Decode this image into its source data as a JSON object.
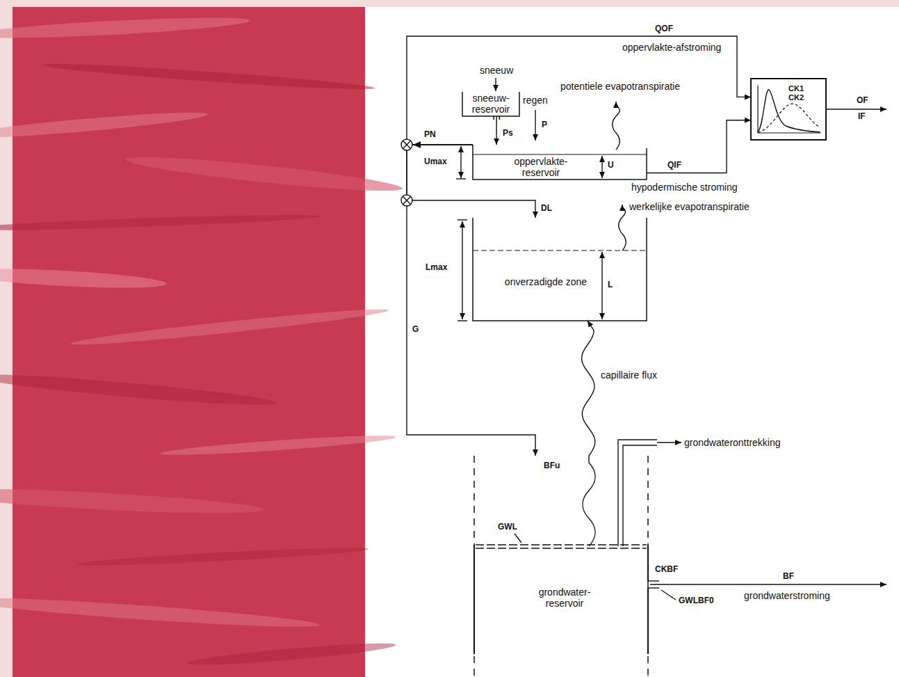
{
  "diagram": {
    "nodes": [
      {
        "text": [
          "sneeuw-reservoir"
        ]
      },
      {
        "text": [
          "oppervlakte-reservoir"
        ]
      },
      {
        "text": [
          "onverzadigde zone"
        ]
      },
      {
        "text": [
          "grondwater-reservoir"
        ]
      },
      {
        "text": [
          "CK1",
          "CK2"
        ]
      }
    ],
    "edges": [
      {
        "from": 0,
        "to": 1,
        "arrow": "to",
        "label": "Ps"
      },
      {
        "from": 1,
        "to": 4,
        "arrow": "to",
        "label": "QOF"
      },
      {
        "from": 1,
        "to": 4,
        "arrow": "to",
        "label": "QIF"
      },
      {
        "from": 1,
        "to": 2,
        "arrow": "to",
        "label": "DL"
      },
      {
        "from": 1,
        "to": 3,
        "arrow": "to",
        "label": "G"
      },
      {
        "from": 3,
        "to": 2,
        "arrow": "to",
        "label": "capillaire flux"
      }
    ],
    "labels": [
      "sneeuw",
      "regen",
      "P",
      "potentiele evapotranspiratie",
      "PN",
      "Umax",
      "U",
      "oppervlakte-afstroming",
      "hypodermische stroming",
      "werkelijke evapotranspiratie",
      "Lmax",
      "L",
      "BFu",
      "grondwateronttrekking",
      "GWL",
      "CKBF",
      "GWLBF0",
      "BF",
      "grondwaterstroming",
      "OF",
      "IF"
    ]
  }
}
